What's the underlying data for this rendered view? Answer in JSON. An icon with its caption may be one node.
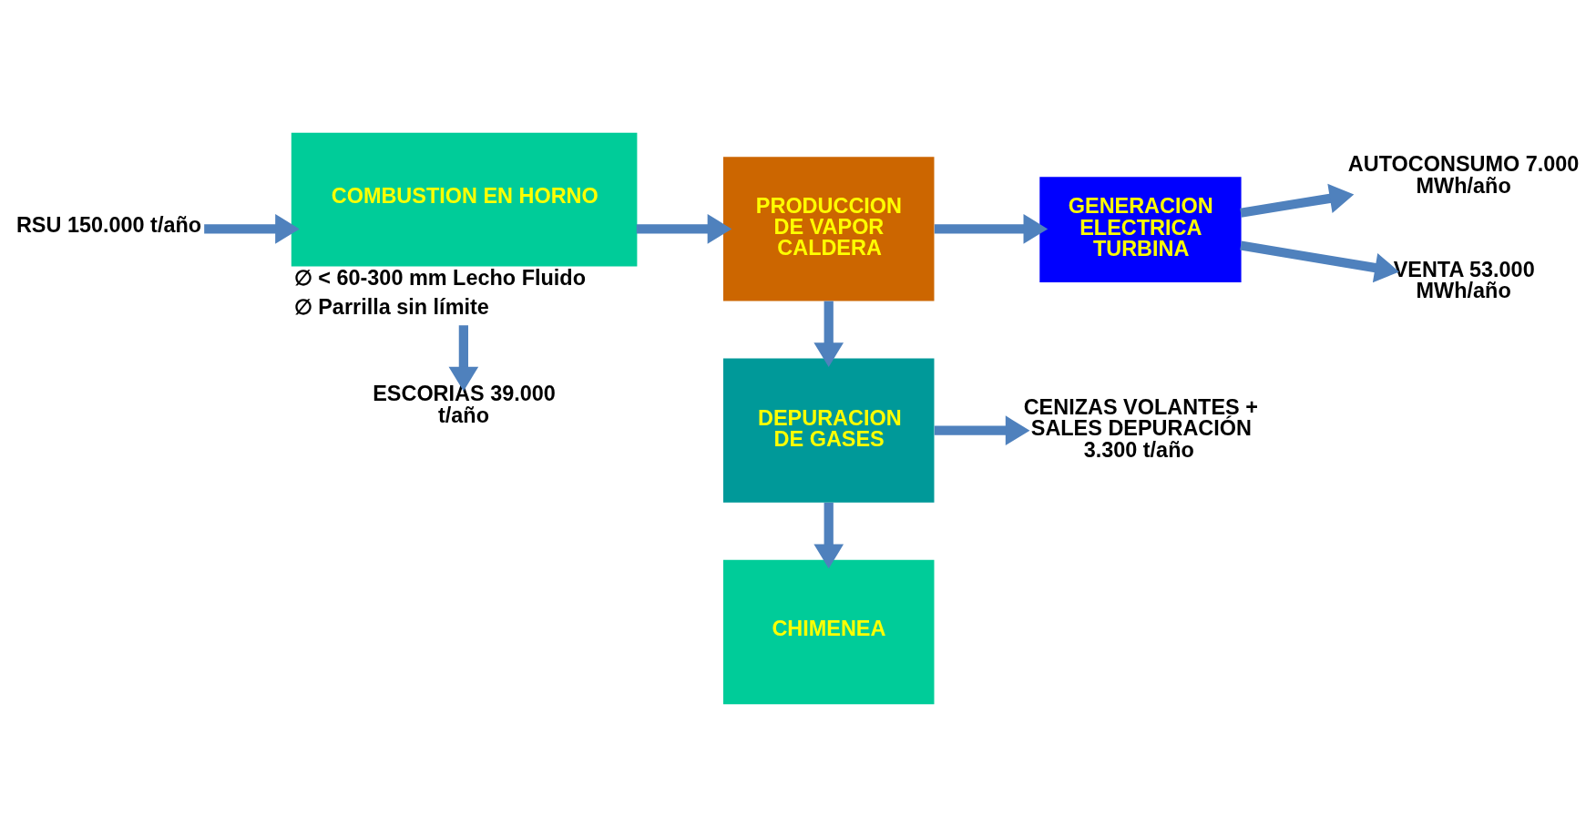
{
  "diagram": {
    "nodes": [
      {
        "text": [
          "RSU 150.000 t/año"
        ]
      },
      {
        "text": [
          "COMBUSTION EN HORNO"
        ],
        "beside": [
          "∅ < 60-300 mm Lecho Fluido",
          "∅ Parrilla sin límite"
        ]
      },
      {
        "text": [
          "PRODUCCION DE VAPOR CALDERA"
        ]
      },
      {
        "text": [
          "GENERACION ELECTRICA TURBINA"
        ]
      },
      {
        "text": [
          "AUTOCONSUMO 7.000 MWh/año"
        ]
      },
      {
        "text": [
          "VENTA 53.000 MWh/año"
        ]
      },
      {
        "text": [
          "ESCORIAS 39.000 t/año"
        ]
      },
      {
        "text": [
          "DEPURACION DE GASES"
        ]
      },
      {
        "text": [
          "CENIZAS VOLANTES + SALES DEPURACIÓN 3.300 t/año"
        ]
      },
      {
        "text": [
          "CHIMENEA"
        ]
      }
    ],
    "edges": [
      {
        "from": 0,
        "to": 1,
        "arrow": "to"
      },
      {
        "from": 1,
        "to": 2,
        "arrow": "to"
      },
      {
        "from": 2,
        "to": 3,
        "arrow": "to"
      },
      {
        "from": 3,
        "to": 4,
        "arrow": "to"
      },
      {
        "from": 3,
        "to": 5,
        "arrow": "to"
      },
      {
        "from": 1,
        "to": 6,
        "arrow": "to"
      },
      {
        "from": 2,
        "to": 7,
        "arrow": "to"
      },
      {
        "from": 7,
        "to": 8,
        "arrow": "to"
      },
      {
        "from": 7,
        "to": 9,
        "arrow": "to"
      }
    ]
  }
}
